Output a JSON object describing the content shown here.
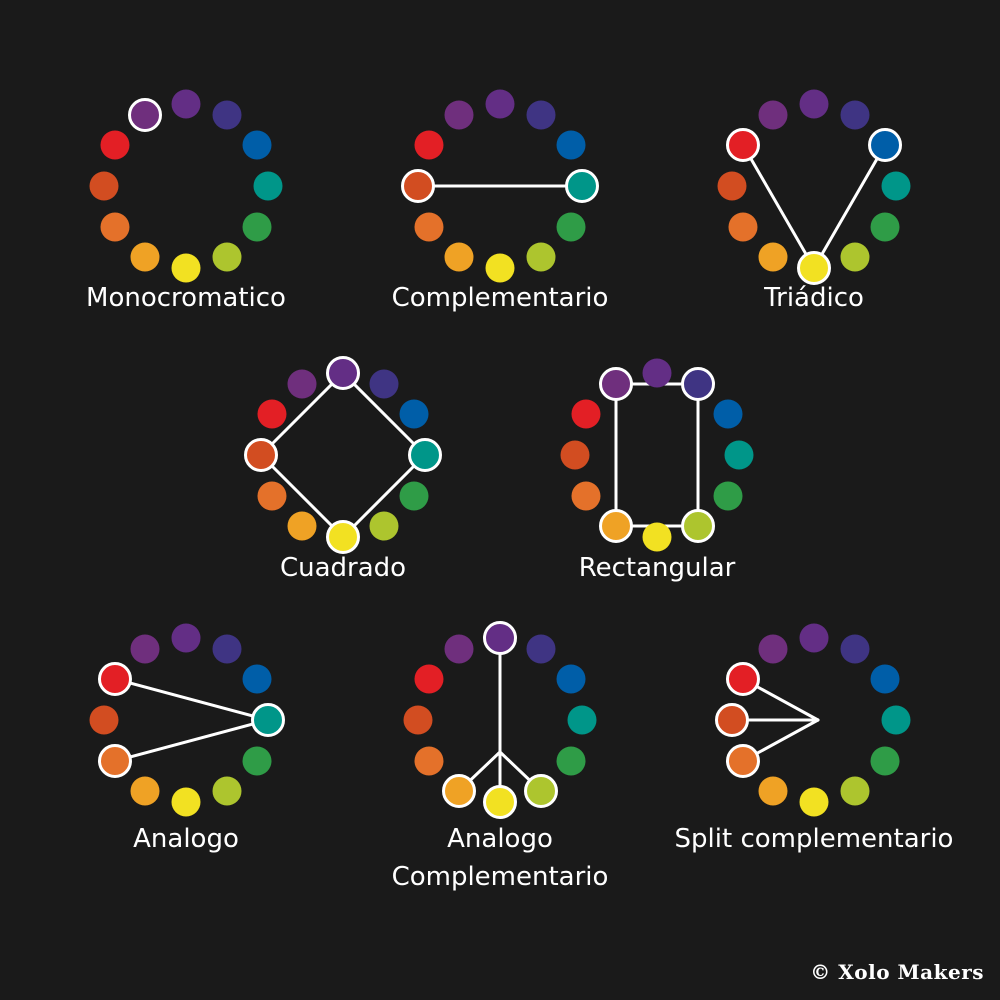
{
  "colors": [
    "#f2e122",
    "#adc52e",
    "#2f9c47",
    "#009689",
    "#005ea8",
    "#3f3483",
    "#632e85",
    "#6f2f7d",
    "#e31f25",
    "#d24d21",
    "#e4712a",
    "#efa225"
  ],
  "link_color": "#ffffff",
  "wheels": [
    {
      "name": "monocromatico",
      "label_lines": [
        "Monocromatico"
      ],
      "highlight": [
        7
      ],
      "links": []
    },
    {
      "name": "complementario",
      "label_lines": [
        "Complementario"
      ],
      "highlight": [
        3,
        9
      ],
      "links": [
        [
          9,
          3
        ]
      ]
    },
    {
      "name": "triadico",
      "label_lines": [
        "Triádico"
      ],
      "highlight": [
        8,
        0,
        4
      ],
      "links": [
        [
          8,
          0
        ],
        [
          0,
          4
        ]
      ]
    },
    {
      "name": "cuadrado",
      "label_lines": [
        "Cuadrado"
      ],
      "highlight": [
        6,
        3,
        0,
        9
      ],
      "links": [
        [
          6,
          3
        ],
        [
          3,
          0
        ],
        [
          0,
          9
        ],
        [
          9,
          6
        ]
      ]
    },
    {
      "name": "rectangular",
      "label_lines": [
        "Rectangular"
      ],
      "highlight": [
        7,
        5,
        1,
        11
      ],
      "links": [
        [
          7,
          5
        ],
        [
          5,
          1
        ],
        [
          1,
          11
        ],
        [
          11,
          7
        ]
      ]
    },
    {
      "name": "analogo",
      "label_lines": [
        "Analogo"
      ],
      "highlight": [
        8,
        10,
        3
      ],
      "links": [
        [
          8,
          3
        ],
        [
          10,
          3
        ]
      ]
    },
    {
      "name": "analogo-complementario",
      "label_lines": [
        "Analogo",
        "Complementario"
      ],
      "highlight": [
        6,
        11,
        0,
        1
      ],
      "links": [],
      "fork": true
    },
    {
      "name": "split-complementario",
      "label_lines": [
        "Split complementario"
      ],
      "highlight": [
        8,
        9,
        10
      ],
      "links": [],
      "arrow": true
    }
  ],
  "credit": "© Xolo Makers"
}
